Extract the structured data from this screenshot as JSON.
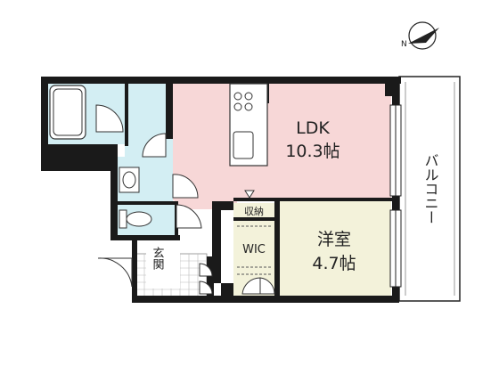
{
  "rooms": {
    "ldk": {
      "name": "LDK",
      "size": "10.3帖",
      "color": "#f7d7d7"
    },
    "bedroom": {
      "name": "洋室",
      "size": "4.7帖",
      "color": "#f3f2da"
    },
    "wic": {
      "name": "WIC",
      "color": "#f3f2da"
    },
    "storage": {
      "name": "収納",
      "color": "#f3f2da"
    },
    "entrance": {
      "name": "玄関"
    },
    "balcony": {
      "name": "バルコニー"
    }
  },
  "colors": {
    "wet_area": "#d3eef3",
    "walls": "#1a1a1a"
  },
  "icons": [
    "north-arrow-icon",
    "bathtub-icon",
    "washbasin-icon",
    "toilet-icon",
    "stove-icon",
    "sink-icon"
  ]
}
